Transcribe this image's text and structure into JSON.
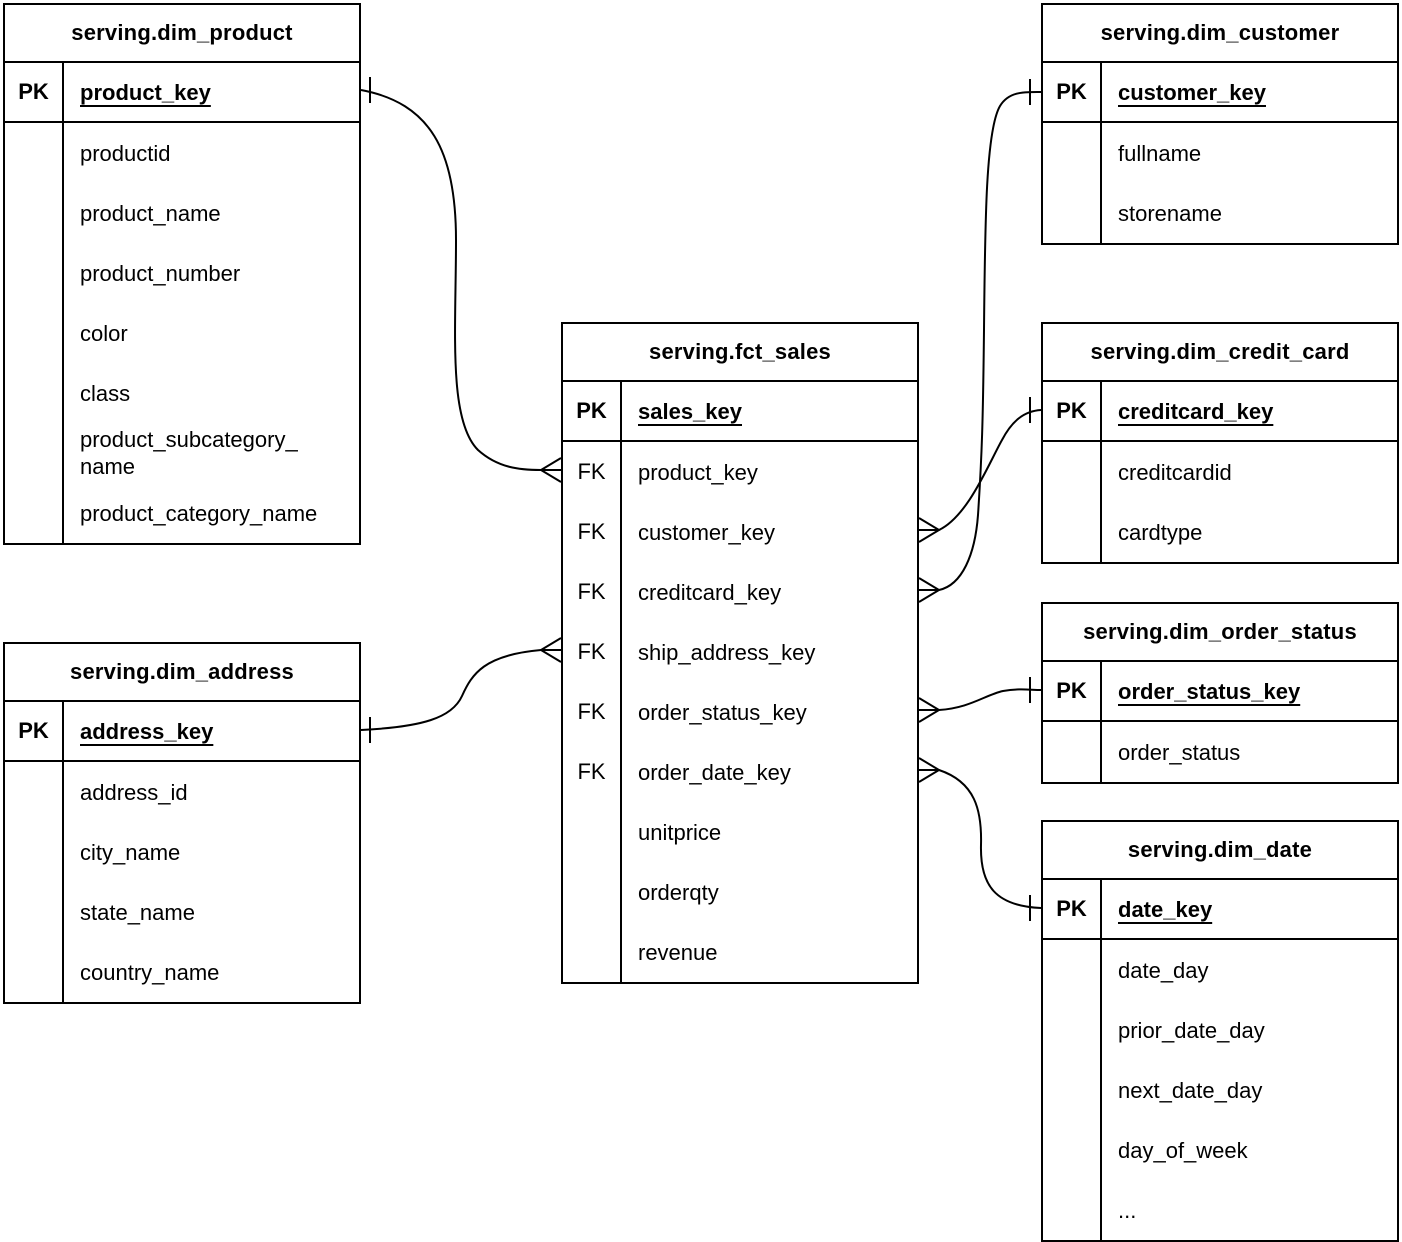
{
  "tables": {
    "dim_product": {
      "title": "serving.dim_product",
      "pk": {
        "tag": "PK",
        "name": "product_key"
      },
      "rows": [
        {
          "tag": "",
          "name": "productid"
        },
        {
          "tag": "",
          "name": "product_name"
        },
        {
          "tag": "",
          "name": "product_number"
        },
        {
          "tag": "",
          "name": "color"
        },
        {
          "tag": "",
          "name": "class"
        },
        {
          "tag": "",
          "name": "product_subcategory_name"
        },
        {
          "tag": "",
          "name": "product_category_name"
        }
      ]
    },
    "dim_address": {
      "title": "serving.dim_address",
      "pk": {
        "tag": "PK",
        "name": "address_key"
      },
      "rows": [
        {
          "tag": "",
          "name": "address_id"
        },
        {
          "tag": "",
          "name": "city_name"
        },
        {
          "tag": "",
          "name": "state_name"
        },
        {
          "tag": "",
          "name": "country_name"
        }
      ]
    },
    "fct_sales": {
      "title": "serving.fct_sales",
      "pk": {
        "tag": "PK",
        "name": "sales_key"
      },
      "rows": [
        {
          "tag": "FK",
          "name": "product_key"
        },
        {
          "tag": "FK",
          "name": "customer_key"
        },
        {
          "tag": "FK",
          "name": "creditcard_key"
        },
        {
          "tag": "FK",
          "name": "ship_address_key"
        },
        {
          "tag": "FK",
          "name": "order_status_key"
        },
        {
          "tag": "FK",
          "name": "order_date_key"
        },
        {
          "tag": "",
          "name": "unitprice"
        },
        {
          "tag": "",
          "name": "orderqty"
        },
        {
          "tag": "",
          "name": "revenue"
        }
      ]
    },
    "dim_customer": {
      "title": "serving.dim_customer",
      "pk": {
        "tag": "PK",
        "name": "customer_key"
      },
      "rows": [
        {
          "tag": "",
          "name": "fullname"
        },
        {
          "tag": "",
          "name": "storename"
        }
      ]
    },
    "dim_credit_card": {
      "title": "serving.dim_credit_card",
      "pk": {
        "tag": "PK",
        "name": "creditcard_key"
      },
      "rows": [
        {
          "tag": "",
          "name": "creditcardid"
        },
        {
          "tag": "",
          "name": "cardtype"
        }
      ]
    },
    "dim_order_status": {
      "title": "serving.dim_order_status",
      "pk": {
        "tag": "PK",
        "name": "order_status_key"
      },
      "rows": [
        {
          "tag": "",
          "name": "order_status"
        }
      ]
    },
    "dim_date": {
      "title": "serving.dim_date",
      "pk": {
        "tag": "PK",
        "name": "date_key"
      },
      "rows": [
        {
          "tag": "",
          "name": "date_day"
        },
        {
          "tag": "",
          "name": "prior_date_day"
        },
        {
          "tag": "",
          "name": "next_date_day"
        },
        {
          "tag": "",
          "name": "day_of_week"
        },
        {
          "tag": "",
          "name": "..."
        }
      ]
    }
  },
  "relations": [
    {
      "from": "serving.fct_sales.product_key",
      "to": "serving.dim_product.product_key",
      "cardinality": "many-to-one"
    },
    {
      "from": "serving.fct_sales.customer_key",
      "to": "serving.dim_customer.customer_key",
      "cardinality": "many-to-one"
    },
    {
      "from": "serving.fct_sales.creditcard_key",
      "to": "serving.dim_credit_card.creditcard_key",
      "cardinality": "many-to-one"
    },
    {
      "from": "serving.fct_sales.ship_address_key",
      "to": "serving.dim_address.address_key",
      "cardinality": "many-to-one"
    },
    {
      "from": "serving.fct_sales.order_status_key",
      "to": "serving.dim_order_status.order_status_key",
      "cardinality": "many-to-one"
    },
    {
      "from": "serving.fct_sales.order_date_key",
      "to": "serving.dim_date.date_key",
      "cardinality": "many-to-one"
    }
  ],
  "colors": {
    "line": "#000000",
    "background": "#ffffff"
  }
}
